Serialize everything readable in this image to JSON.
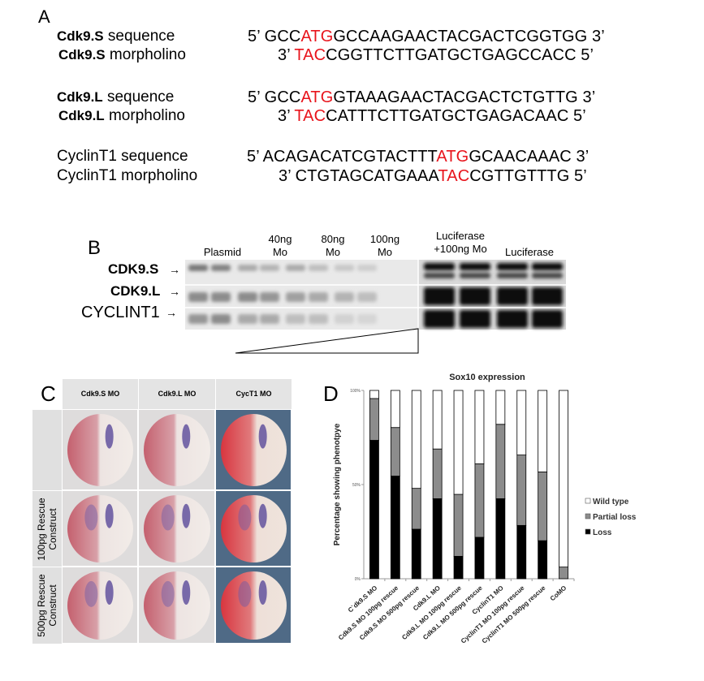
{
  "panelA": {
    "letter": "A",
    "rows": [
      {
        "gene": "Cdk9.S",
        "kind": "sequence",
        "prefix": "5’ GCC",
        "mark": "ATG",
        "suffix": "GCCAAGAACTACGACTCGGTGG 3’"
      },
      {
        "gene": "Cdk9.S",
        "kind": "morpholino",
        "prefix": "3’ ",
        "mark": "TAC",
        "suffix": "CGGTTCTTGATGCTGAGCCACC 5’"
      },
      {
        "gene": "Cdk9.L",
        "kind": "sequence",
        "prefix": "5’ GCC",
        "mark": "ATG",
        "suffix": "GTAAAGAACTACGACTCTGTTG 3’"
      },
      {
        "gene": "Cdk9.L",
        "kind": "morpholino",
        "prefix": "3’ ",
        "mark": "TAC",
        "suffix": "CATTTCTTGATGCTGAGACAAC 5’"
      },
      {
        "label": "CyclinT1 sequence",
        "prefix": "5’ ACAGACATCGTACTTT",
        "mark": "ATG",
        "suffix": "GCAACAAAC 3’"
      },
      {
        "label": "CyclinT1 morpholino",
        "prefix": "3’ CTGTAGCATGAAA",
        "mark": "TAC",
        "suffix": "CGTTGTTTG 5’"
      }
    ]
  },
  "panelB": {
    "letter": "B",
    "lanes": [
      {
        "l1": "",
        "l2": "Plasmid"
      },
      {
        "l1": "40ng",
        "l2": "Mo"
      },
      {
        "l1": "80ng",
        "l2": "Mo"
      },
      {
        "l1": "100ng",
        "l2": "Mo"
      },
      {
        "l1": "Luciferase",
        "l2": "+100ng Mo"
      },
      {
        "l1": "",
        "l2": "Luciferase"
      }
    ],
    "bands": [
      "CDK9.S",
      "CDK9.L",
      "CYCLINT1"
    ],
    "arrow": "→"
  },
  "panelC": {
    "letter": "C",
    "columns": [
      "Cdk9.S MO",
      "Cdk9.L MO",
      "CycT1 MO"
    ],
    "rows": [
      {
        "l1": "",
        "l2": ""
      },
      {
        "l1": "100pg Rescue",
        "l2": "Construct"
      },
      {
        "l1": "500pg Rescue",
        "l2": "Construct"
      }
    ]
  },
  "panelD": {
    "letter": "D"
  },
  "chart_data": {
    "type": "bar",
    "stacked": true,
    "title": "Sox10 expression",
    "ylabel": "Percentage showing phenotpye",
    "xlabel": "",
    "ylim": [
      0,
      100
    ],
    "yticks": [
      "0%",
      "50%",
      "100%"
    ],
    "legend_position": "right",
    "categories": [
      "C`dk9.S MO",
      "Cdk9.S MO 100pg rescue",
      "Cdk9.S MO 500pg rescue",
      "Cdk9.L MO",
      "Cdk9.L MO 100pg rescue",
      "Cdk9.L MO 500pg rescue",
      "CyclinT1 MO",
      "CyclinT1 MO 100pg rescue",
      "CyclinT1 MO 500pg rescue",
      "CoMO"
    ],
    "series": [
      {
        "name": "Loss",
        "color": "#000000",
        "values": [
          73.5,
          54.5,
          26.3,
          42.5,
          11.9,
          22.0,
          42.5,
          28.3,
          20.2,
          0
        ]
      },
      {
        "name": "Partial loss",
        "color": "#8c8c8c",
        "values": [
          22.2,
          25.8,
          21.7,
          26.4,
          32.9,
          39.0,
          39.5,
          37.4,
          36.5,
          6.2
        ]
      },
      {
        "name": "Wild type",
        "color": "#ffffff",
        "values": [
          4.3,
          19.7,
          52.0,
          31.1,
          55.2,
          39.0,
          18.0,
          34.3,
          43.3,
          93.8
        ]
      }
    ],
    "legend_order": [
      "Wild type",
      "Partial loss",
      "Loss"
    ]
  }
}
